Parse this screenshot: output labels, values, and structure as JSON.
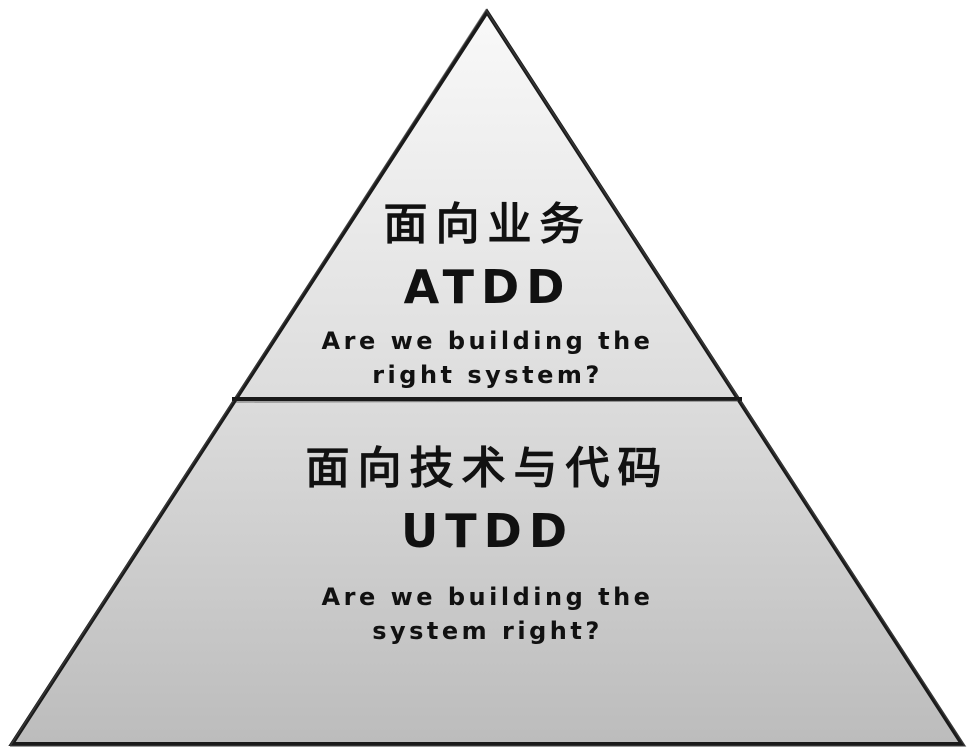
{
  "pyramid": {
    "top": {
      "heading": "面向业务",
      "abbreviation": "ATDD",
      "question_line1": "Are we building the",
      "question_line2": "right system?"
    },
    "bottom": {
      "heading": "面向技术与代码",
      "abbreviation": "UTDD",
      "question_line1": "Are we building the",
      "question_line2": "system right?"
    }
  },
  "colors": {
    "fill_light": "#f7f7f7",
    "fill_dark": "#bdbdbd",
    "outline": "#1a1a1a",
    "text": "#111111"
  }
}
